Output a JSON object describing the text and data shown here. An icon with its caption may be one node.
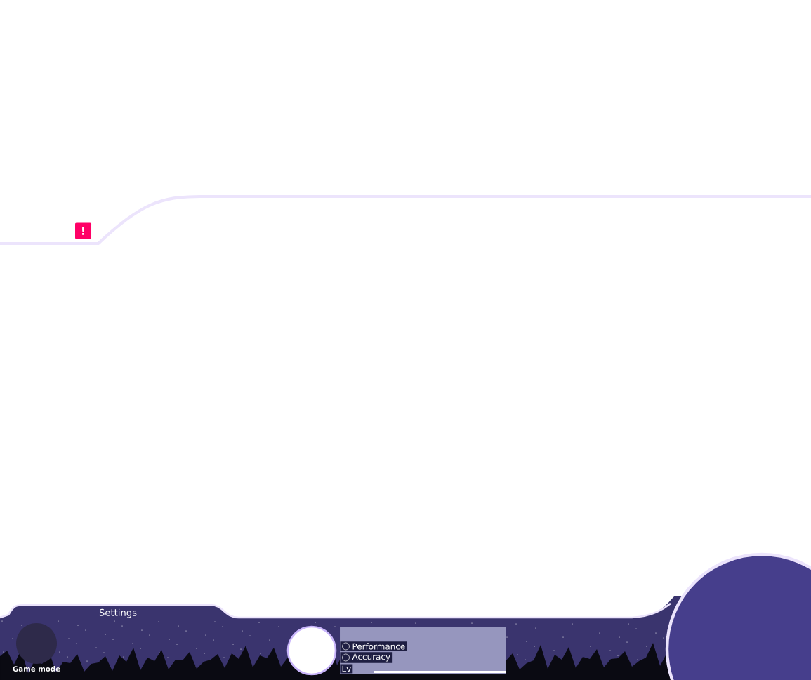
{
  "diagram": {
    "labels": [
      "!",
      "Settings",
      "Game mode",
      "Performance",
      "Accuracy",
      "Lv"
    ]
  }
}
